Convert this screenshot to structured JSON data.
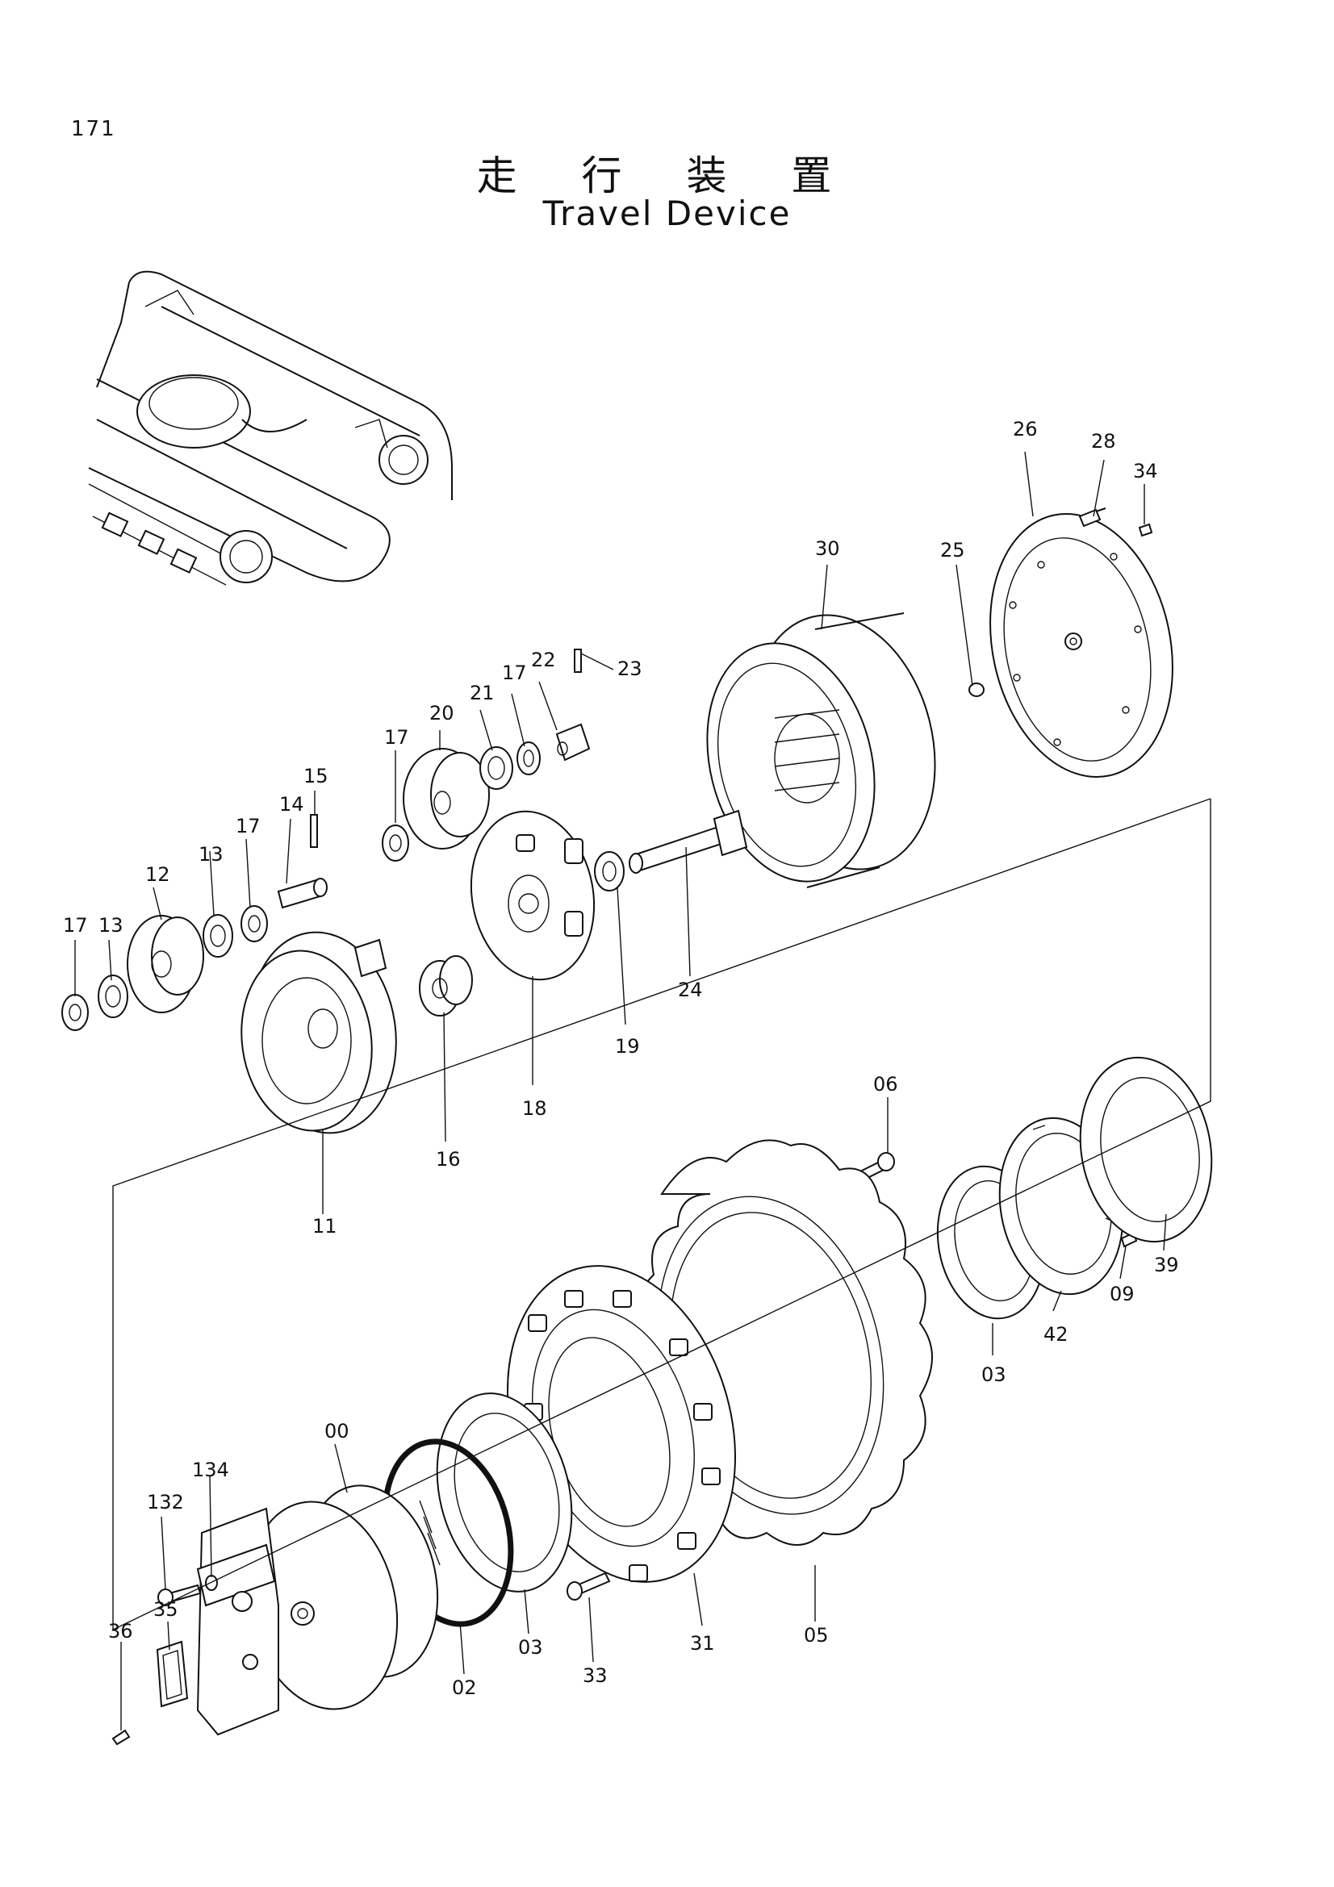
{
  "page": {
    "number": "171"
  },
  "title": {
    "japanese": "走 行 装 置",
    "english": "Travel Device"
  },
  "callouts": [
    {
      "id": "26",
      "label": "26"
    },
    {
      "id": "28",
      "label": "28"
    },
    {
      "id": "34",
      "label": "34"
    },
    {
      "id": "30",
      "label": "30"
    },
    {
      "id": "25",
      "label": "25"
    },
    {
      "id": "22",
      "label": "22"
    },
    {
      "id": "23",
      "label": "23"
    },
    {
      "id": "17a",
      "label": "17"
    },
    {
      "id": "21",
      "label": "21"
    },
    {
      "id": "20",
      "label": "20"
    },
    {
      "id": "17b",
      "label": "17"
    },
    {
      "id": "15",
      "label": "15"
    },
    {
      "id": "14",
      "label": "14"
    },
    {
      "id": "17c",
      "label": "17"
    },
    {
      "id": "13a",
      "label": "13"
    },
    {
      "id": "12",
      "label": "12"
    },
    {
      "id": "13b",
      "label": "13"
    },
    {
      "id": "17d",
      "label": "17"
    },
    {
      "id": "24",
      "label": "24"
    },
    {
      "id": "19",
      "label": "19"
    },
    {
      "id": "18",
      "label": "18"
    },
    {
      "id": "16",
      "label": "16"
    },
    {
      "id": "11",
      "label": "11"
    },
    {
      "id": "06",
      "label": "06"
    },
    {
      "id": "09",
      "label": "09"
    },
    {
      "id": "39",
      "label": "39"
    },
    {
      "id": "42",
      "label": "42"
    },
    {
      "id": "03a",
      "label": "03"
    },
    {
      "id": "00",
      "label": "00"
    },
    {
      "id": "134",
      "label": "134"
    },
    {
      "id": "132",
      "label": "132"
    },
    {
      "id": "35",
      "label": "35"
    },
    {
      "id": "36",
      "label": "36"
    },
    {
      "id": "02",
      "label": "02"
    },
    {
      "id": "03b",
      "label": "03"
    },
    {
      "id": "33",
      "label": "33"
    },
    {
      "id": "31",
      "label": "31"
    },
    {
      "id": "05",
      "label": "05"
    }
  ]
}
